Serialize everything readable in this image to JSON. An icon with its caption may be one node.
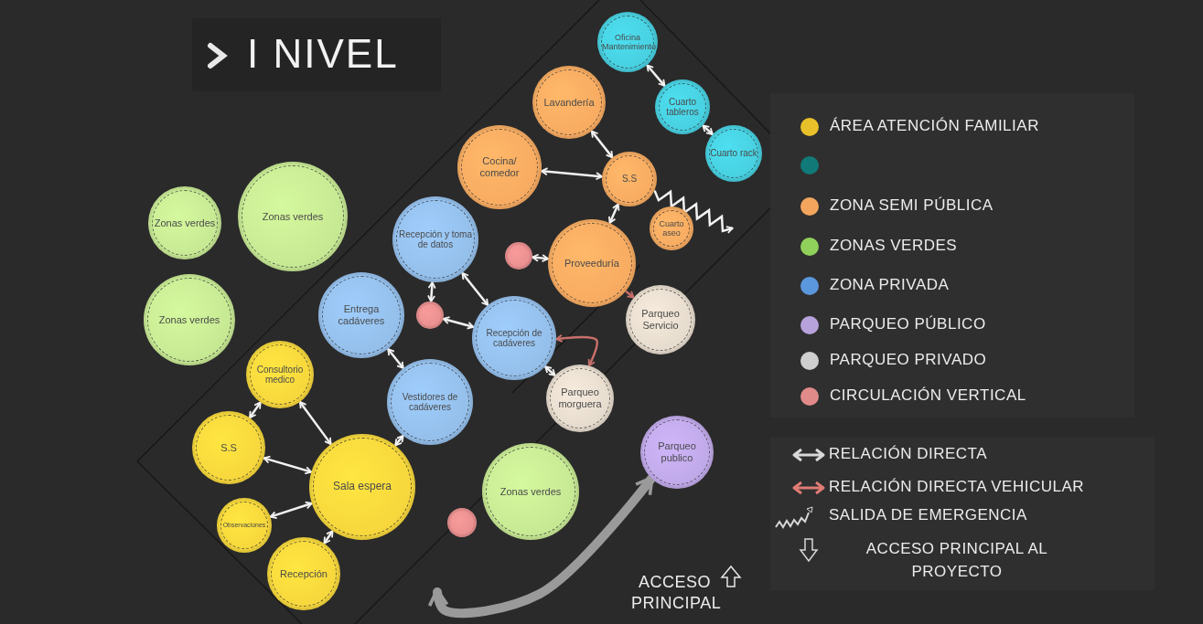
{
  "diagram": {
    "title": "I NIVEL",
    "nodes": [
      {
        "text": [
          "Oficina Mantenimiento"
        ]
      },
      {
        "text": [
          "Cuarto tableros"
        ]
      },
      {
        "text": [
          "Cuarto rack"
        ]
      },
      {
        "text": [
          "Lavandería"
        ]
      },
      {
        "text": [
          "Cocina/ comedor"
        ]
      },
      {
        "text": [
          "S.S"
        ]
      },
      {
        "text": [
          "Cuarto aseo"
        ]
      },
      {
        "text": [
          "Proveeduría"
        ]
      },
      {
        "text": [
          "Recepción y toma de datos"
        ]
      },
      {
        "text": [],
        "shape": "circle"
      },
      {
        "text": [
          "Entrega cadáveres"
        ]
      },
      {
        "text": [],
        "shape": "circle"
      },
      {
        "text": [
          "Recepción de cadáveres"
        ]
      },
      {
        "text": [
          "Parqueo Servicio"
        ]
      },
      {
        "text": [
          "Parqueo morguera"
        ]
      },
      {
        "text": [
          "Vestidores de cadáveres"
        ]
      },
      {
        "text": [
          "Zonas verdes"
        ]
      },
      {
        "text": [
          "Zonas verdes"
        ]
      },
      {
        "text": [
          "Zonas verdes"
        ]
      },
      {
        "text": [
          "Consultorio medico"
        ]
      },
      {
        "text": [
          "S.S"
        ]
      },
      {
        "text": [
          "Sala espera"
        ]
      },
      {
        "text": [
          "Observaciones"
        ]
      },
      {
        "text": [
          "Recepción"
        ]
      },
      {
        "text": [
          "Zonas verdes"
        ]
      },
      {
        "text": [],
        "shape": "circle"
      },
      {
        "text": [
          "Parqueo publico"
        ]
      }
    ],
    "edges": [
      {
        "from": 0,
        "to": 1,
        "arrow": "both"
      },
      {
        "from": 1,
        "to": 2,
        "arrow": "both"
      },
      {
        "from": 3,
        "to": 5,
        "arrow": "both"
      },
      {
        "from": 4,
        "to": 5,
        "arrow": "both"
      },
      {
        "from": 5,
        "to": 7,
        "arrow": "both"
      },
      {
        "from": 9,
        "to": 7,
        "arrow": "both"
      },
      {
        "from": 8,
        "to": 11,
        "arrow": "both"
      },
      {
        "from": 8,
        "to": 12,
        "arrow": "both"
      },
      {
        "from": 11,
        "to": 12,
        "arrow": "both"
      },
      {
        "from": 10,
        "to": 15,
        "arrow": "both"
      },
      {
        "from": 12,
        "to": 14,
        "arrow": "both"
      },
      {
        "from": 12,
        "to": 14,
        "arrow": "both",
        "color": "#c9706b"
      },
      {
        "from": 7,
        "to": 13,
        "arrow": "to",
        "color": "#c9706b"
      },
      {
        "from": 19,
        "to": 20,
        "arrow": "both"
      },
      {
        "from": 19,
        "to": 21,
        "arrow": "both"
      },
      {
        "from": 20,
        "to": 21,
        "arrow": "both"
      },
      {
        "from": 22,
        "to": 21,
        "arrow": "both"
      },
      {
        "from": 23,
        "to": 21,
        "arrow": "both"
      },
      {
        "from": 15,
        "to": 21,
        "arrow": "both"
      },
      {
        "from": 5,
        "to": null,
        "arrow": "to"
      },
      {
        "from": null,
        "to": 26,
        "arrow": "both",
        "style": "thick",
        "color": "#9a9a9a"
      }
    ],
    "labels": [
      "ACCESO PRINCIPAL"
    ],
    "legend": [
      {
        "text": "ÁREA ATENCIÓN FAMILIAR",
        "color": "#e8c12a"
      },
      {
        "text": "ZONA SEMI PÚBLICA",
        "color": "#f3a55e"
      },
      {
        "text": "ZONAS VERDES",
        "color": "#8fd15a"
      },
      {
        "text": "ZONA PRIVADA",
        "color": "#5b97dd"
      },
      {
        "text": "PARQUEO PÚBLICO",
        "color": "#b7a2dc"
      },
      {
        "text": "PARQUEO PRIVADO",
        "color": "#cfcfcf"
      },
      {
        "text": "CIRCULACIÓN VERTICAL",
        "color": "#e08a8a"
      },
      {
        "text": "RELACIÓN DIRECTA"
      },
      {
        "text": "RELACIÓN DIRECTA VEHICULAR"
      },
      {
        "text": "SALIDA DE EMERGENCIA"
      },
      {
        "text": "ACCESO PRINCIPAL AL PROYECTO"
      }
    ]
  }
}
